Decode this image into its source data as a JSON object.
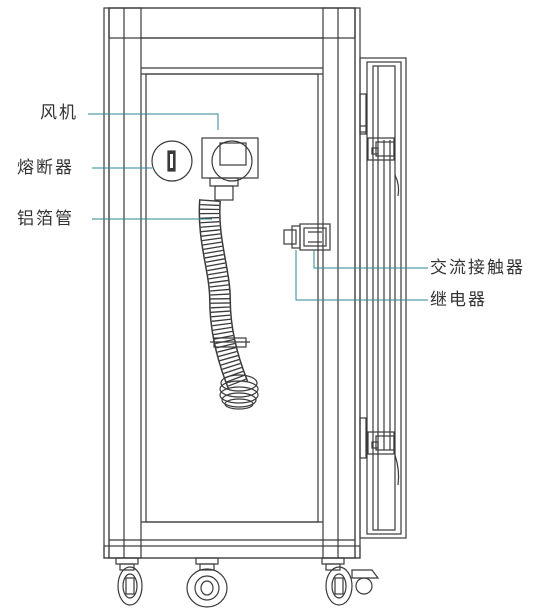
{
  "labels": {
    "fan": "风机",
    "fuse": "熔断器",
    "foil_pipe": "铝箔管",
    "contactor": "交流接触器",
    "relay": "继电器"
  },
  "colors": {
    "outline": "#3a3a3a",
    "leader": "#2a8a94",
    "text": "#333333",
    "background": "#ffffff"
  }
}
